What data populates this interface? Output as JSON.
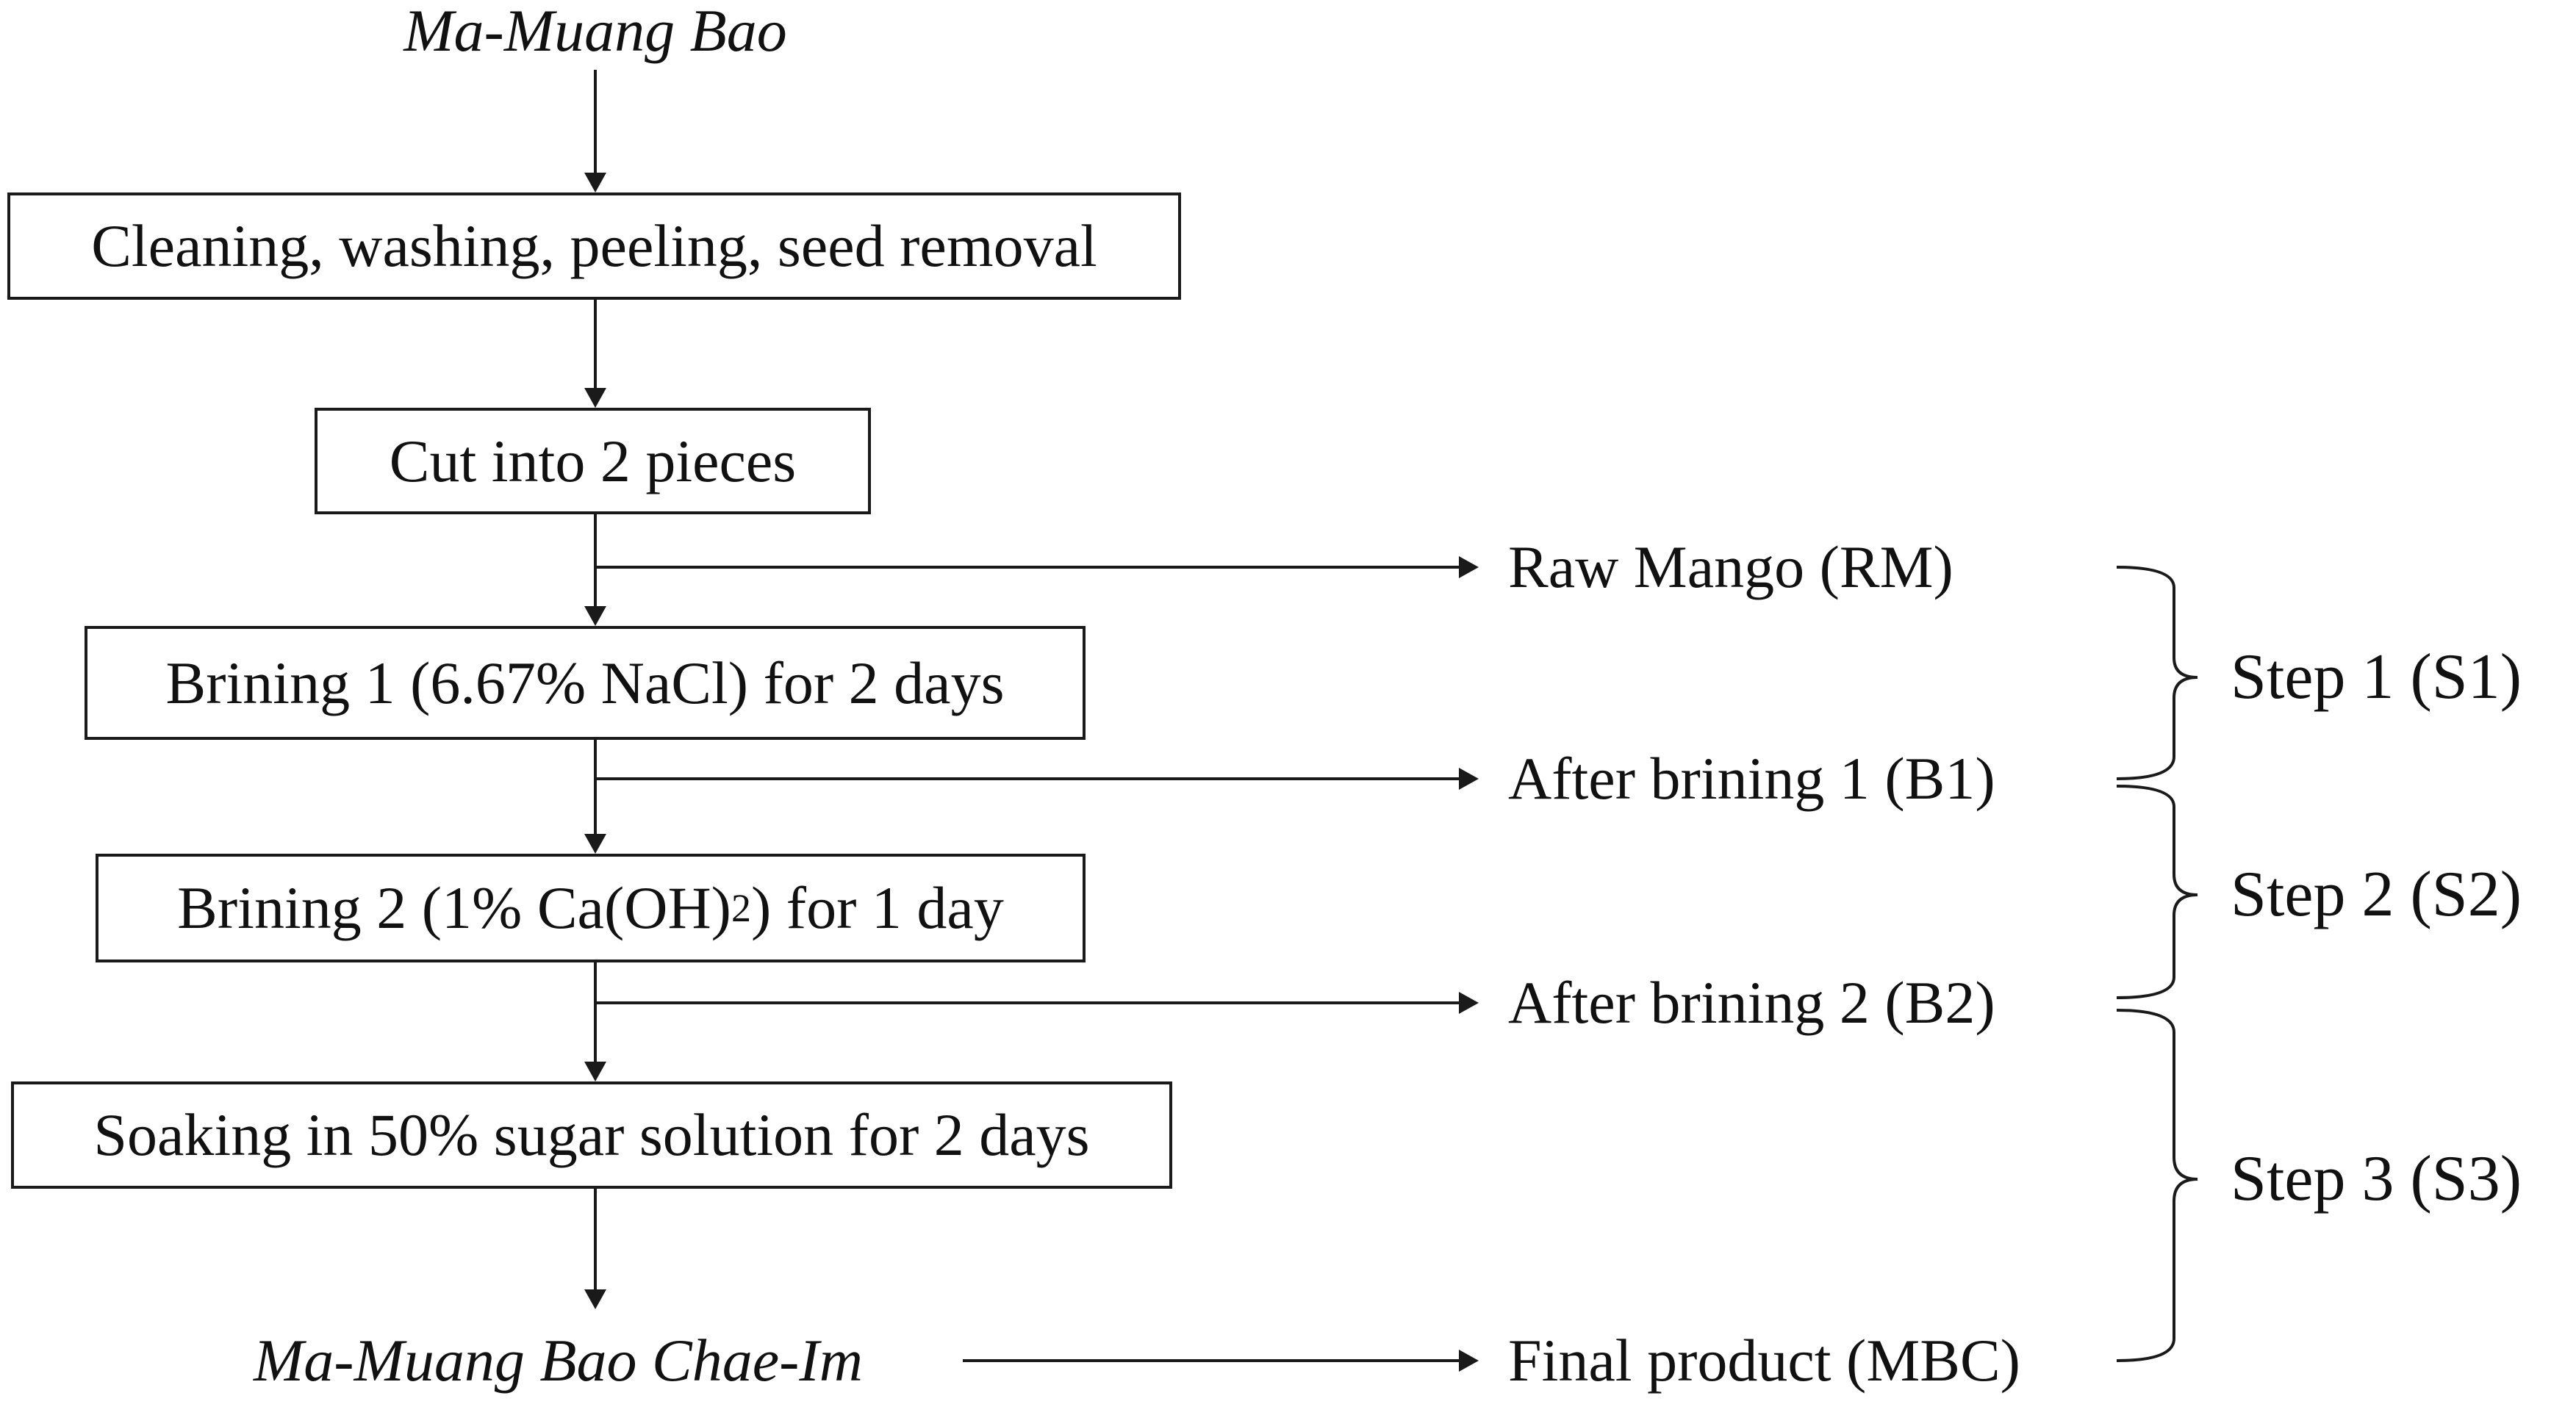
{
  "flowchart": {
    "start": "Ma-Muang Bao",
    "steps": [
      "Cleaning, washing, peeling, seed removal",
      "Cut into 2 pieces",
      "Brining 1 (6.67% NaCl) for 2 days",
      {
        "pre": "Brining 2 (1% Ca(OH)",
        "sub": "2",
        "post": ") for 1 day"
      },
      "Soaking in 50% sugar solution for 2 days"
    ],
    "end": "Ma-Muang Bao Chae-Im"
  },
  "samples": [
    "Raw Mango (RM)",
    "After brining 1 (B1)",
    "After brining 2 (B2)",
    "Final product (MBC)"
  ],
  "stages": [
    "Step 1 (S1)",
    "Step 2 (S2)",
    "Step 3 (S3)"
  ]
}
